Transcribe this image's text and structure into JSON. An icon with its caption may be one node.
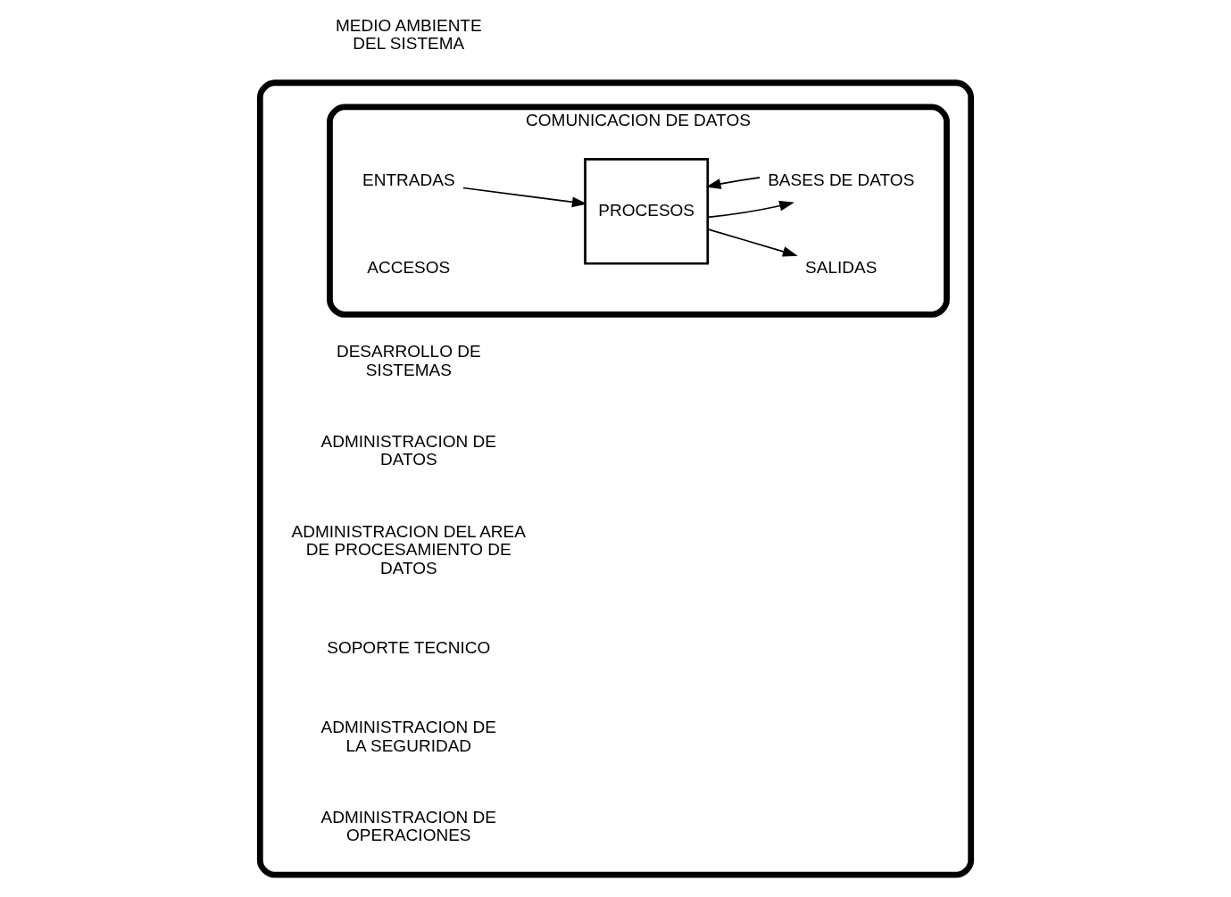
{
  "diagram": {
    "nodes": [
      {
        "text": [],
        "shape": "ellipse"
      },
      {
        "text": [
          "COMUNICACION DE DATOS"
        ],
        "in": 0
      },
      {
        "text": [
          "ENTRADAS"
        ],
        "in": 1
      },
      {
        "text": [
          "PROCESOS"
        ],
        "in": 1
      },
      {
        "text": [
          "SALIDAS"
        ],
        "in": 1
      },
      {
        "text": [
          "BASES DE DATOS"
        ],
        "in": 1
      }
    ],
    "edges": [
      {
        "from": 2,
        "to": 3,
        "arrow": "to"
      },
      {
        "from": 3,
        "to": 4,
        "arrow": "to"
      },
      {
        "from": 3,
        "to": 5,
        "arrow": "to"
      },
      {
        "from": 5,
        "to": 3,
        "arrow": "to"
      }
    ],
    "labels": [
      "MEDIO AMBIENTE DEL SISTEMA",
      "DESARROLLO DE SISTEMAS",
      "ADMINISTRACION DE DATOS",
      "ADMINISTRACION DEL AREA DE PROCESAMIENTO DE DATOS",
      "ACCESOS",
      "SOPORTE TECNICO",
      "ADMINISTRACION DE LA SEGURIDAD",
      "ADMINISTRACION DE OPERACIONES"
    ]
  }
}
